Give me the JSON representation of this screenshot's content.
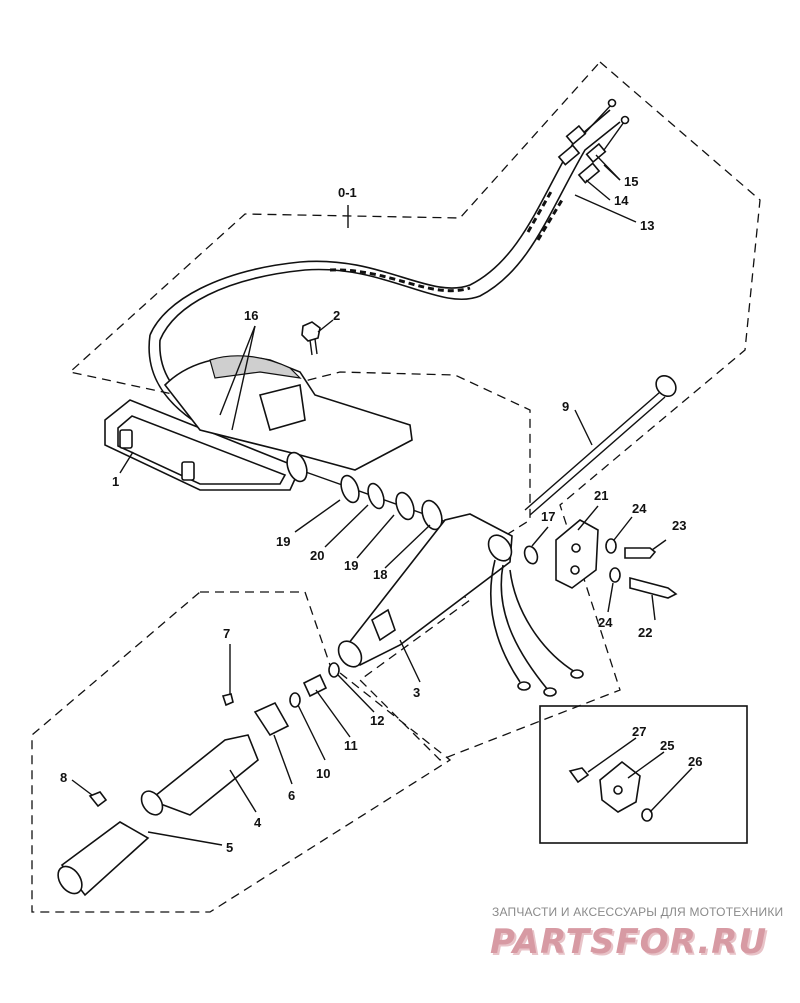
{
  "diagram": {
    "callouts": {
      "c0_1": "0-1",
      "c1": "1",
      "c2": "2",
      "c3": "3",
      "c4": "4",
      "c5": "5",
      "c6": "6",
      "c7": "7",
      "c8": "8",
      "c9": "9",
      "c10": "10",
      "c11": "11",
      "c12": "12",
      "c13": "13",
      "c14": "14",
      "c15": "15",
      "c16": "16",
      "c17": "17",
      "c18": "18",
      "c19a": "19",
      "c19b": "19",
      "c20": "20",
      "c21": "21",
      "c22": "22",
      "c23": "23",
      "c24a": "24",
      "c24b": "24",
      "c25": "25",
      "c26": "26",
      "c27": "27"
    }
  },
  "watermark": {
    "tagline": "ЗАПЧАСТИ И АКСЕССУАРЫ ДЛЯ МОТОТЕХНИКИ",
    "logo": "PARTSFOR.RU"
  }
}
